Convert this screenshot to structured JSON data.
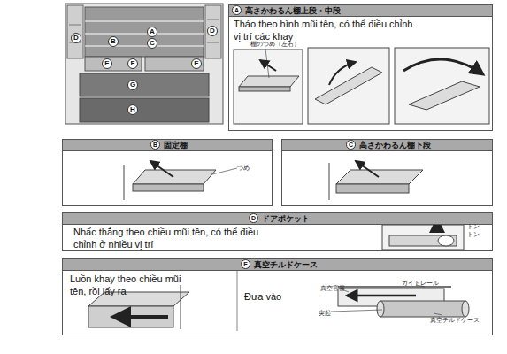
{
  "diagram": {
    "nodes": [
      {
        "text": [
          "A"
        ]
      },
      {
        "text": [
          "D"
        ]
      },
      {
        "text": [
          "D"
        ]
      },
      {
        "text": [
          "B"
        ]
      },
      {
        "text": [
          "C"
        ]
      },
      {
        "text": [
          "E"
        ]
      },
      {
        "text": [
          "F"
        ]
      },
      {
        "text": [
          "E"
        ]
      },
      {
        "text": [
          "G"
        ]
      },
      {
        "text": [
          "H"
        ]
      },
      {
        "text": [
          "高さかわるん棚上段・中段",
          "Tháo theo hình mũi tên, có thể điều chỉnh vị trí các khay"
        ]
      },
      {
        "text": [
          "A"
        ],
        "in": 10
      },
      {
        "text": [
          "固定棚"
        ]
      },
      {
        "text": [
          "B"
        ],
        "in": 12
      },
      {
        "text": [
          "高さかわるん棚下段"
        ]
      },
      {
        "text": [
          "C"
        ],
        "in": 14
      },
      {
        "text": [
          "ドアポケット",
          "Nhấc thẳng theo chiều mũi tên, có thể điều chỉnh ở nhiều vị trí"
        ]
      },
      {
        "text": [
          "D"
        ],
        "in": 16
      },
      {
        "text": [
          "真空チルドケース",
          "Luồn khay theo chiều mũi tên, rồi lấy ra",
          "Đưa vào"
        ]
      },
      {
        "text": [
          "E"
        ],
        "in": 18
      }
    ],
    "labels": [
      "棚のつめ（左右）",
      "つめ",
      "トン",
      "トン",
      "真空容器",
      "ガイドレール",
      "突起",
      "真空チルドケース"
    ]
  }
}
